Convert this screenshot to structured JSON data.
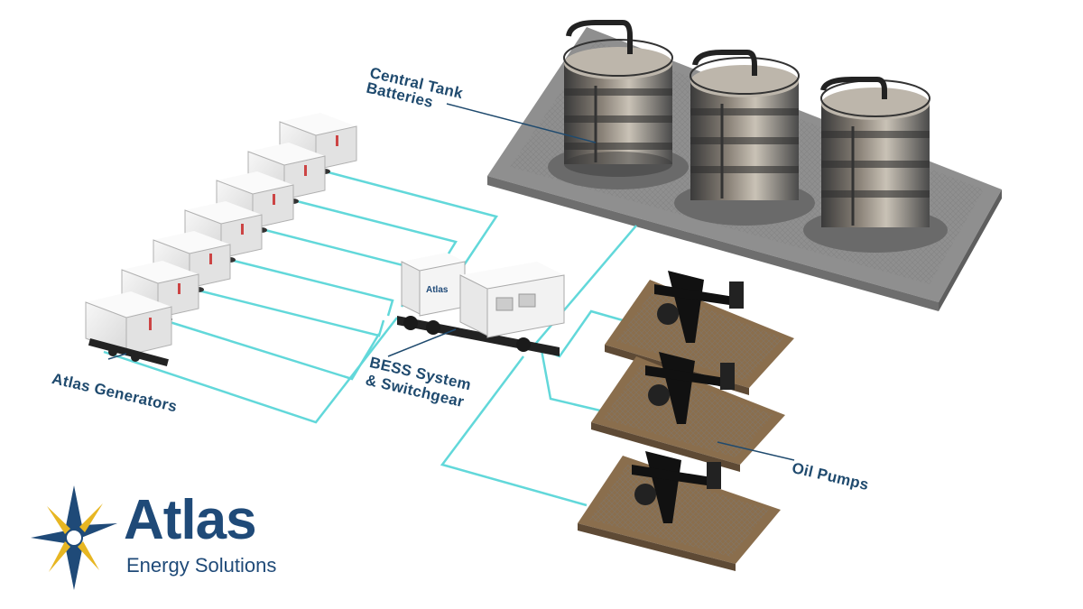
{
  "labels": {
    "tank_line1": "Central Tank",
    "tank_line2": "Batteries",
    "generators": "Atlas Generators",
    "bess_line1": "BESS System",
    "bess_line2": "& Switchgear",
    "oil_pumps": "Oil Pumps"
  },
  "equipment": {
    "bess_brand": "Atlas"
  },
  "logo": {
    "name": "Atlas",
    "tagline": "Energy Solutions"
  },
  "colors": {
    "label_text": "#1f4a6e",
    "cable": "#62d8da",
    "logo_blue": "#1f4a78",
    "logo_gold": "#e7b622"
  }
}
